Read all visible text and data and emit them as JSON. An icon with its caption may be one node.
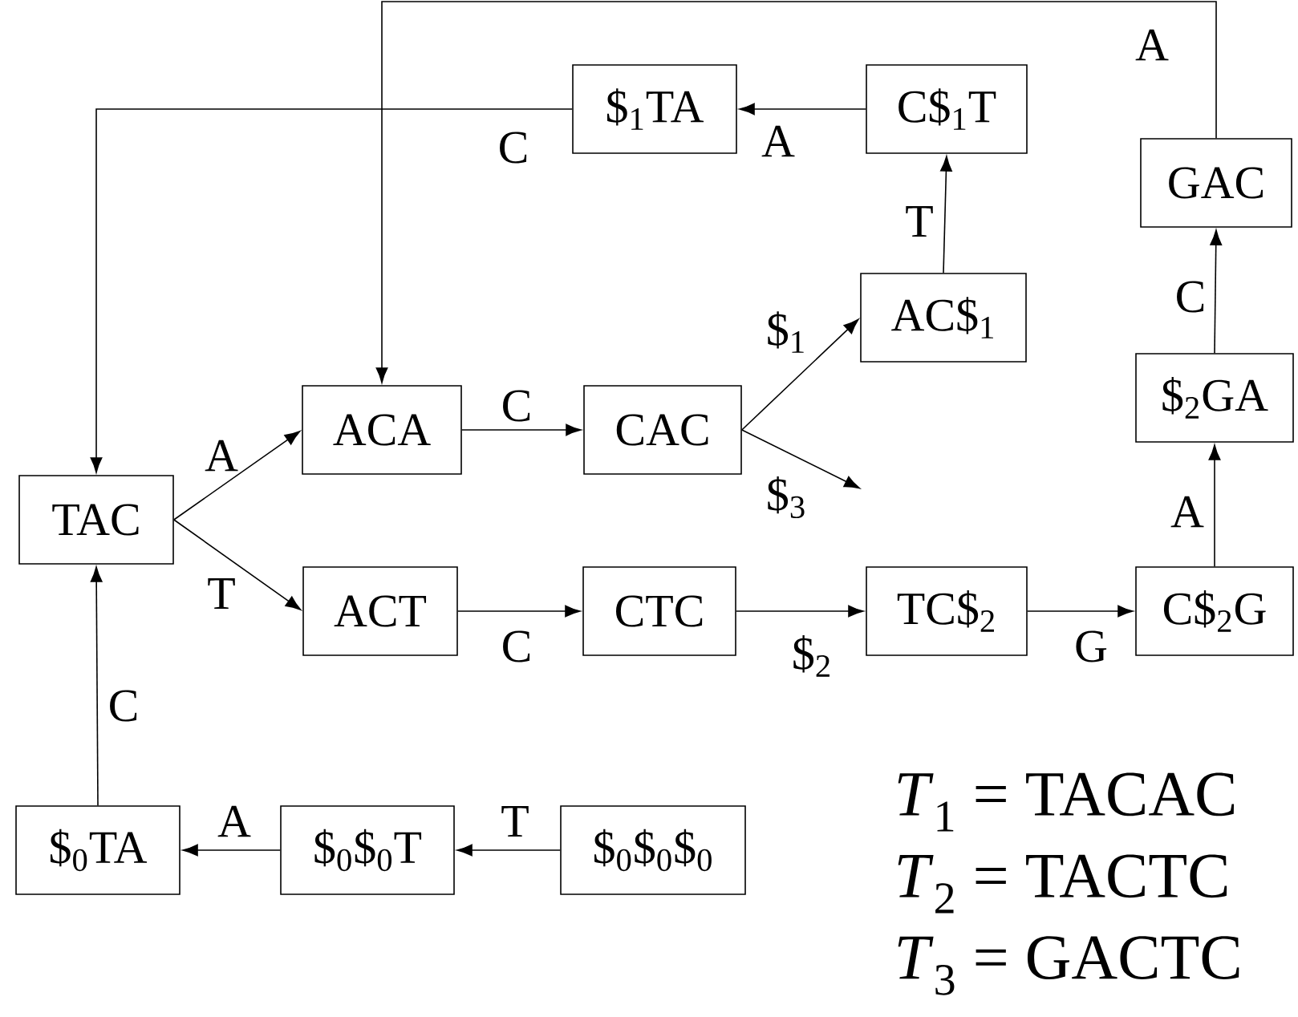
{
  "diagram": {
    "nodes": [
      {
        "text": [
          "$$_{1}$TA"
        ]
      },
      {
        "text": [
          "C$$_{1}$T"
        ]
      },
      {
        "text": [
          "GAC"
        ]
      },
      {
        "text": [
          "AC$$_{1}$"
        ]
      },
      {
        "text": [
          "ACA"
        ]
      },
      {
        "text": [
          "CAC"
        ]
      },
      {
        "text": [
          "$$_{2}$GA"
        ]
      },
      {
        "text": [
          "TAC"
        ]
      },
      {
        "text": [
          "ACT"
        ]
      },
      {
        "text": [
          "CTC"
        ]
      },
      {
        "text": [
          "TC$$_{2}$"
        ]
      },
      {
        "text": [
          "C$$_{2}$G"
        ]
      },
      {
        "text": [
          "$$_{0}$TA"
        ]
      },
      {
        "text": [
          "$$_{0}$$$_{0}$T"
        ]
      },
      {
        "text": [
          "$$_{0}$$$_{0}$$$_{0}$"
        ]
      }
    ],
    "edges": [
      {
        "from": 1,
        "to": 0,
        "arrow": "to",
        "label": "A"
      },
      {
        "from": 0,
        "to": 7,
        "arrow": "to",
        "label": "C"
      },
      {
        "from": 2,
        "to": 4,
        "arrow": "to",
        "label": "A"
      },
      {
        "from": 3,
        "to": 1,
        "arrow": "to",
        "label": "T"
      },
      {
        "from": 5,
        "to": 3,
        "arrow": "to",
        "label": "$$_{1}$"
      },
      {
        "from": 5,
        "to": null,
        "arrow": "to",
        "label": "$$_{3}$"
      },
      {
        "from": 4,
        "to": 5,
        "arrow": "to",
        "label": "C"
      },
      {
        "from": 7,
        "to": 4,
        "arrow": "to",
        "label": "A"
      },
      {
        "from": 7,
        "to": 8,
        "arrow": "to",
        "label": "T"
      },
      {
        "from": 8,
        "to": 9,
        "arrow": "to",
        "label": "C"
      },
      {
        "from": 9,
        "to": 10,
        "arrow": "to",
        "label": "$$_{2}$"
      },
      {
        "from": 10,
        "to": 11,
        "arrow": "to",
        "label": "G"
      },
      {
        "from": 11,
        "to": 6,
        "arrow": "to",
        "label": "A"
      },
      {
        "from": 6,
        "to": 2,
        "arrow": "to",
        "label": "C"
      },
      {
        "from": 12,
        "to": 7,
        "arrow": "to",
        "label": "C"
      },
      {
        "from": 13,
        "to": 12,
        "arrow": "to",
        "label": "A"
      },
      {
        "from": 14,
        "to": 13,
        "arrow": "to",
        "label": "T"
      }
    ],
    "labels": [
      "*T*$_{1}$ = TACAC",
      "*T*$_{2}$ = TACTC",
      "*T*$_{3}$ = GACTC"
    ]
  }
}
